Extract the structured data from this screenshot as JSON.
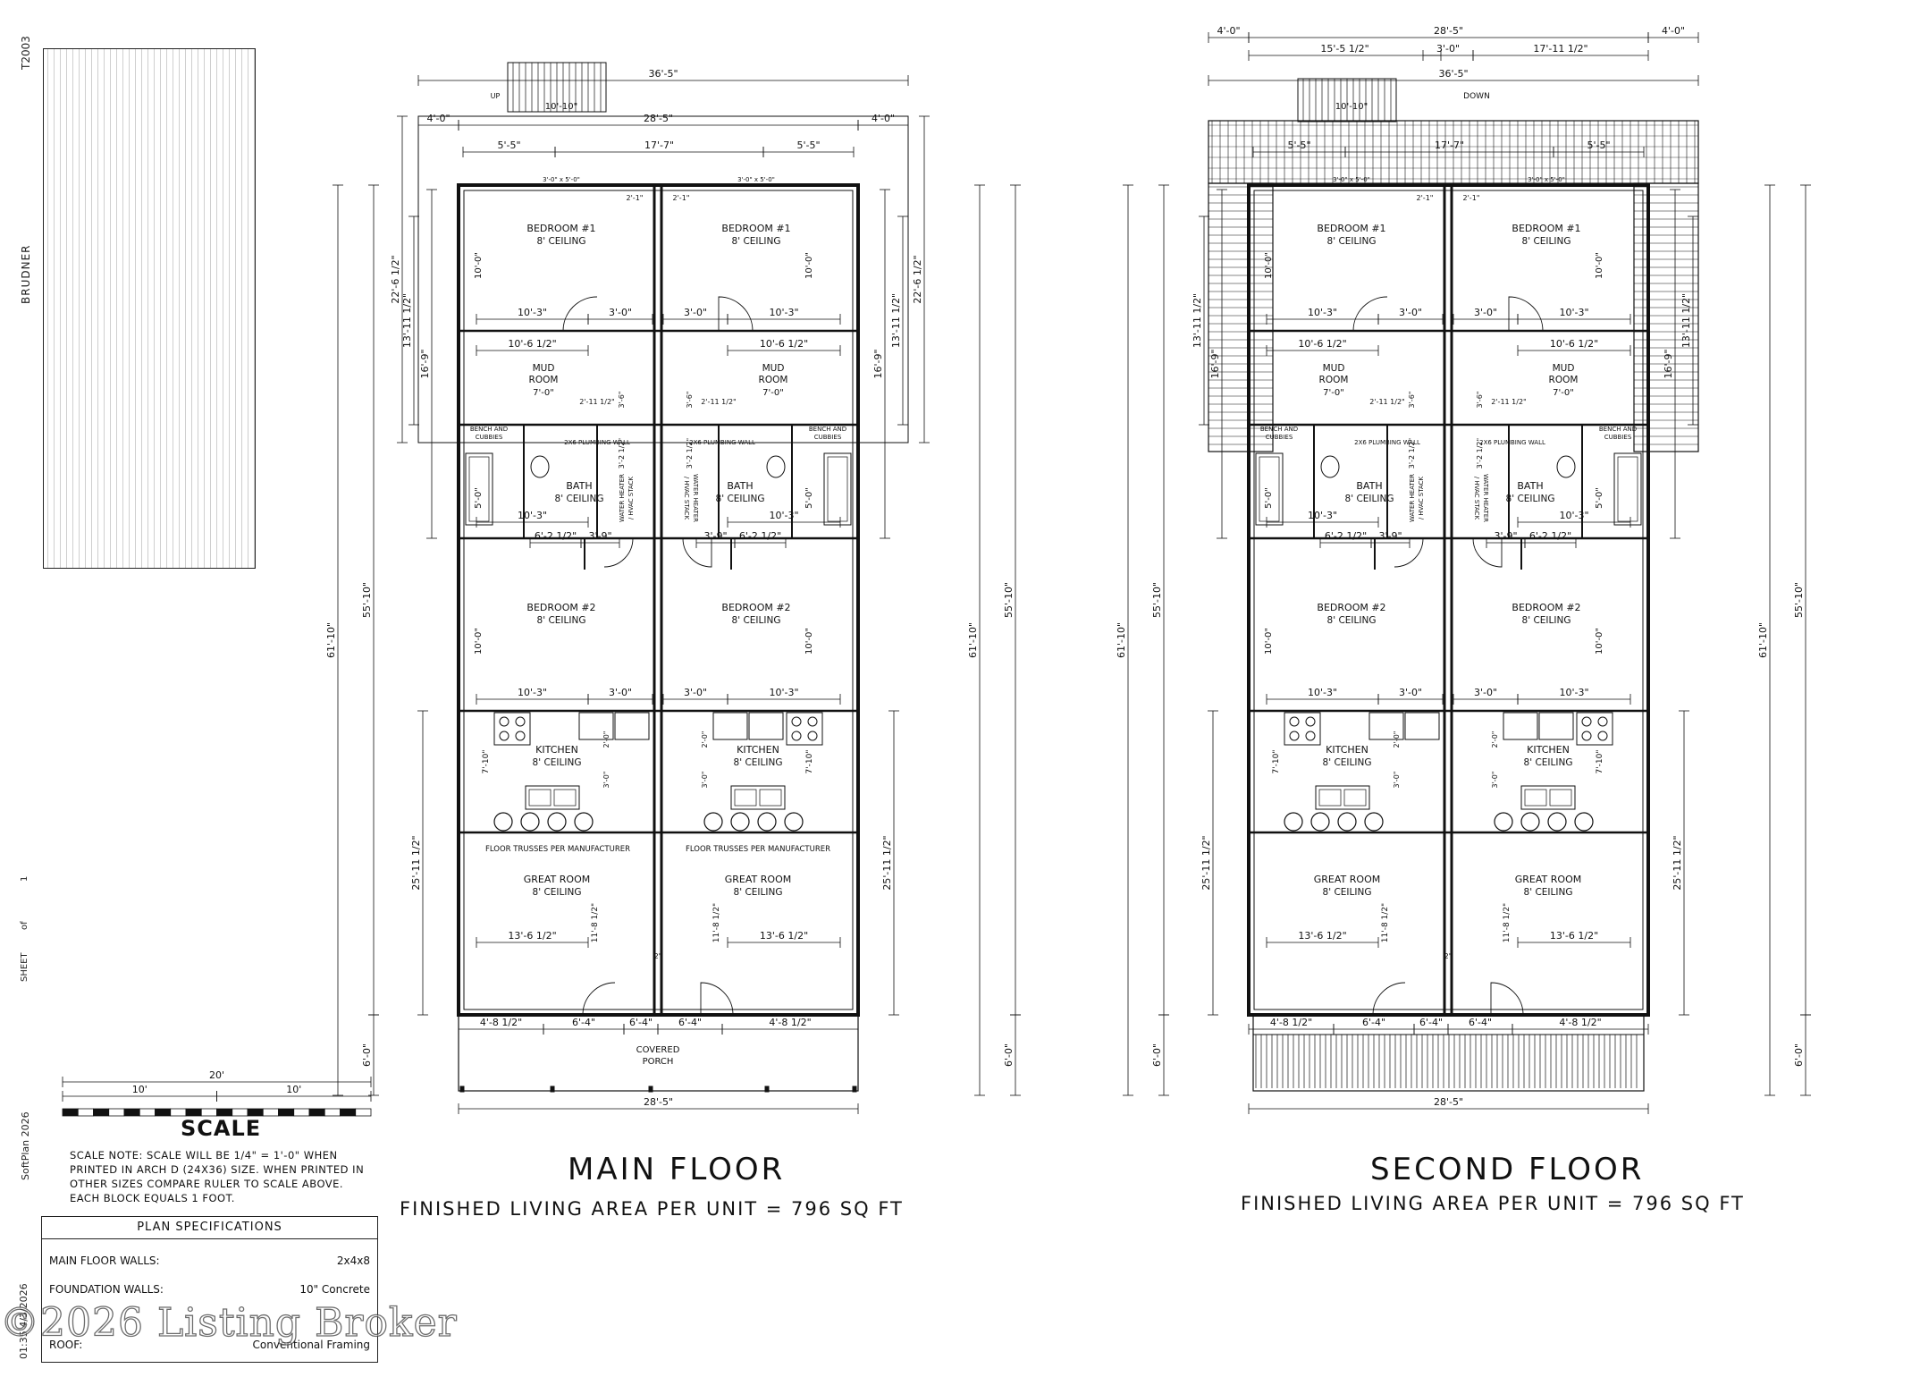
{
  "sheet": {
    "plan_number": "T2003",
    "plan_name": "BRUDNER",
    "sheet_label": "SHEET",
    "sheet_of_label": "of",
    "sheet_of_total": "1",
    "copyright": "SoftPlan 2026",
    "print_stamp": "01:35 4/3/2026"
  },
  "scale": {
    "title": "SCALE",
    "total": "20'",
    "half_left": "10'",
    "half_right": "10'",
    "note": "SCALE NOTE: SCALE WILL BE 1/4\" = 1'-0\" WHEN PRINTED IN ARCH D (24X36) SIZE. WHEN PRINTED IN OTHER SIZES COMPARE RULER TO SCALE ABOVE. EACH BLOCK EQUALS 1 FOOT."
  },
  "specifications": {
    "title": "PLAN SPECIFICATIONS",
    "rows": [
      {
        "label": "MAIN FLOOR WALLS:",
        "value": "2x4x8"
      },
      {
        "label": "FOUNDATION WALLS:",
        "value": "10\" Concrete"
      },
      {
        "label": "",
        "value": ""
      },
      {
        "label": "ROOF:",
        "value": "Conventional Framing"
      }
    ]
  },
  "watermark": "©2026 Listing Broker",
  "main_floor": {
    "title": "MAIN FLOOR",
    "subtitle": "FINISHED LIVING AREA PER UNIT = 796 SQ FT",
    "overall_width": "36'-5\"",
    "house_width": "28'-5\"",
    "porch_label": [
      "COVERED",
      "PORCH"
    ],
    "floor_trusses": "FLOOR TRUSSES PER MANUFACTURER",
    "stair_up": "UP",
    "stair_dim": "10'-10\""
  },
  "second_floor": {
    "title": "SECOND FLOOR",
    "subtitle": "FINISHED LIVING AREA PER UNIT = 796 SQ FT",
    "overall_width": "36'-5\"",
    "house_width": "28'-5\"",
    "stair_down": "DOWN",
    "stair_dim": "10'-10\""
  },
  "rooms": {
    "bedroom1": [
      "BEDROOM #1",
      "8' CEILING"
    ],
    "mud_room": [
      "MUD",
      "ROOM"
    ],
    "bench": [
      "BENCH AND",
      "CUBBIES"
    ],
    "bath": [
      "BATH",
      "8' CEILING"
    ],
    "bedroom2": [
      "BEDROOM #2",
      "8' CEILING"
    ],
    "kitchen": [
      "KITCHEN",
      "8' CEILING"
    ],
    "great_room": [
      "GREAT ROOM",
      "8' CEILING"
    ],
    "water_heater": [
      "WATER HEATER",
      "/ HVAC STACK"
    ],
    "plumbing_wall": "2X6 PLUMBING WALL"
  },
  "dims": {
    "top_segments": [
      "4'-0\"",
      "28'-5\"",
      "4'-0\""
    ],
    "second_top_segments": [
      "4'-0\"",
      "15'-5 1/2\"",
      "3'-0\"",
      "17'-11 1/2\"",
      "4'-0\""
    ],
    "inner_top": [
      "5'-5\"",
      "17'-7\"",
      "5'-5\""
    ],
    "window": "3'-0\" x 5'-0\"",
    "bed1_width": "10'-3\"",
    "bed1_depth": "10'-0\"",
    "closet": "2'-1\"",
    "mud_width": "10'-6 1/2\"",
    "mud_depth": "7'-0\"",
    "bath_width": "10'-3\"",
    "bath_depth": "5'-0\"",
    "hall": "3'-0\"",
    "hall2": "3'-9\"",
    "linen": "6'-2 1/2\"",
    "bed2_width": "10'-3\"",
    "bed2_depth": "10'-0\"",
    "kitchen_depth": "7'-10\"",
    "great_width": "13'-6 1/2\"",
    "great_depth": "11'-8 1/2\"",
    "porch_segments": [
      "4'-8 1/2\"",
      "6'-4\"",
      "6'-4\"",
      "6'-4\"",
      "4'-8 1/2\""
    ],
    "left_overall": "61'-10\"",
    "left_house": "55'-10\"",
    "left_porch": "6'-0\"",
    "left_upper": "16'-9\"",
    "left_top": "13'-11 1/2\"",
    "left_lower": "25'-11 1/2\"",
    "left_deck": "22'-6 1/2\"",
    "spacing": "2\"",
    "small_a": "3'-2 1/2\"",
    "small_b": "3'-6\"",
    "small_c": "2'-0\"",
    "small_d": "3'-0\"",
    "small_e": "6'-2 1/2\"",
    "small_f": "2'-11 1/2\"",
    "door": "3'-0\""
  }
}
